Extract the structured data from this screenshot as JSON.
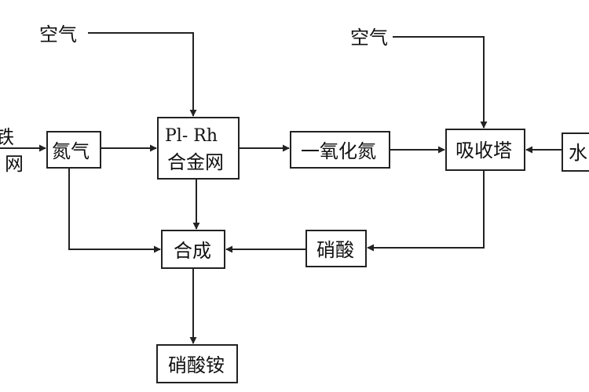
{
  "nodes": {
    "left_partial": {
      "line1": "铁",
      "line2": "网"
    },
    "nitrogen": "氮气",
    "catalyst": {
      "line1": "Pl- Rh",
      "line2": "合金网"
    },
    "no": "一氧化氮",
    "absorber": "吸收塔",
    "water_partial": "水",
    "synthesis": "合成",
    "nitric_acid": "硝酸",
    "ammonium_nitrate": "硝酸铵"
  },
  "inputs": {
    "air_1": "空气",
    "air_2": "空气"
  }
}
